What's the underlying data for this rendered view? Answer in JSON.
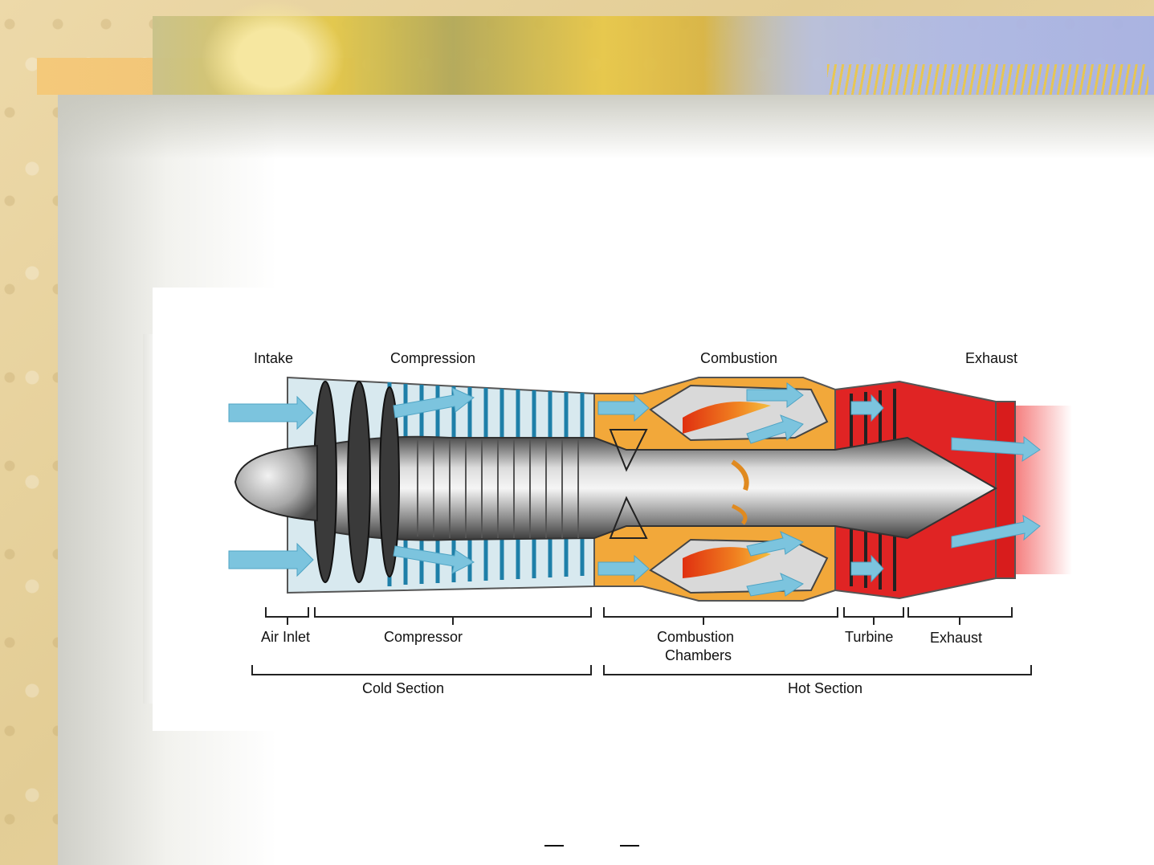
{
  "diagram": {
    "stage_labels": {
      "intake": "Intake",
      "compression": "Compression",
      "combustion": "Combustion",
      "exhaust": "Exhaust"
    },
    "section_labels": {
      "air_inlet": "Air Inlet",
      "compressor": "Compressor",
      "combustion_line1": "Combustion",
      "combustion_line2": "Chambers",
      "turbine": "Turbine",
      "exhaust": "Exhaust"
    },
    "group_labels": {
      "cold": "Cold Section",
      "hot": "Hot Section"
    },
    "colors": {
      "cold_air": "#5fb8d8",
      "hot_section": "#e02020",
      "combustion_orange": "#f0a030",
      "metal": "#8c8c8c"
    }
  }
}
